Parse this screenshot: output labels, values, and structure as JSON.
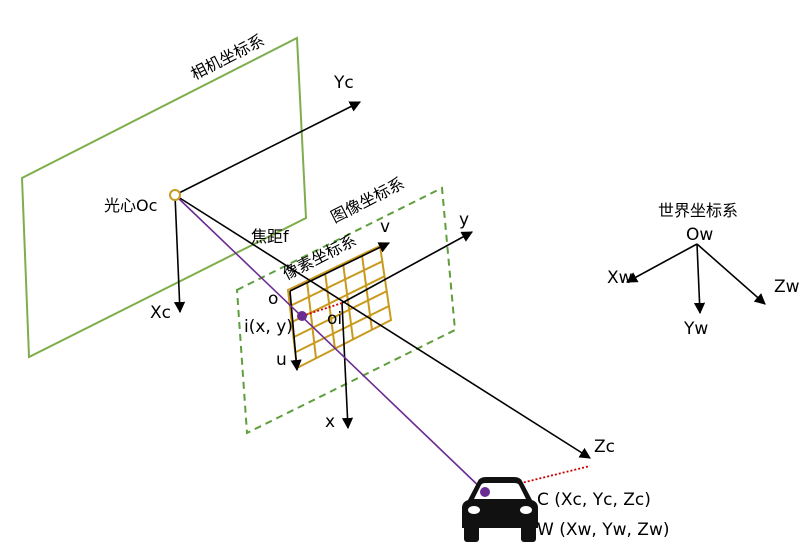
{
  "labels": {
    "camera_frame": "相机坐标系",
    "optical_center": "光心Oc",
    "yc": "Yc",
    "xc": "Xc",
    "zc": "Zc",
    "focal_length": "焦距f",
    "image_frame": "图像坐标系",
    "pixel_frame": "像素坐标系",
    "o": "o",
    "u": "u",
    "v": "v",
    "x": "x",
    "y": "y",
    "oi": "oi",
    "image_point": "i(x, y)",
    "world_frame": "世界坐标系",
    "ow": "Ow",
    "xw": "Xw",
    "yw": "Yw",
    "zw": "Zw",
    "camera_point": "C (Xc, Yc, Zc)",
    "world_point": "W (Xw, Yw, Zw)"
  },
  "colors": {
    "camera_plane": "#7fad4e",
    "image_plane": "#5f9e3c",
    "pixel_grid": "#c99a1e",
    "ray": "#6b2c91",
    "point": "#6b2c91",
    "dotted_link": "#cc0000",
    "axis": "#000000"
  },
  "icons": {
    "vehicle": "car-icon"
  }
}
